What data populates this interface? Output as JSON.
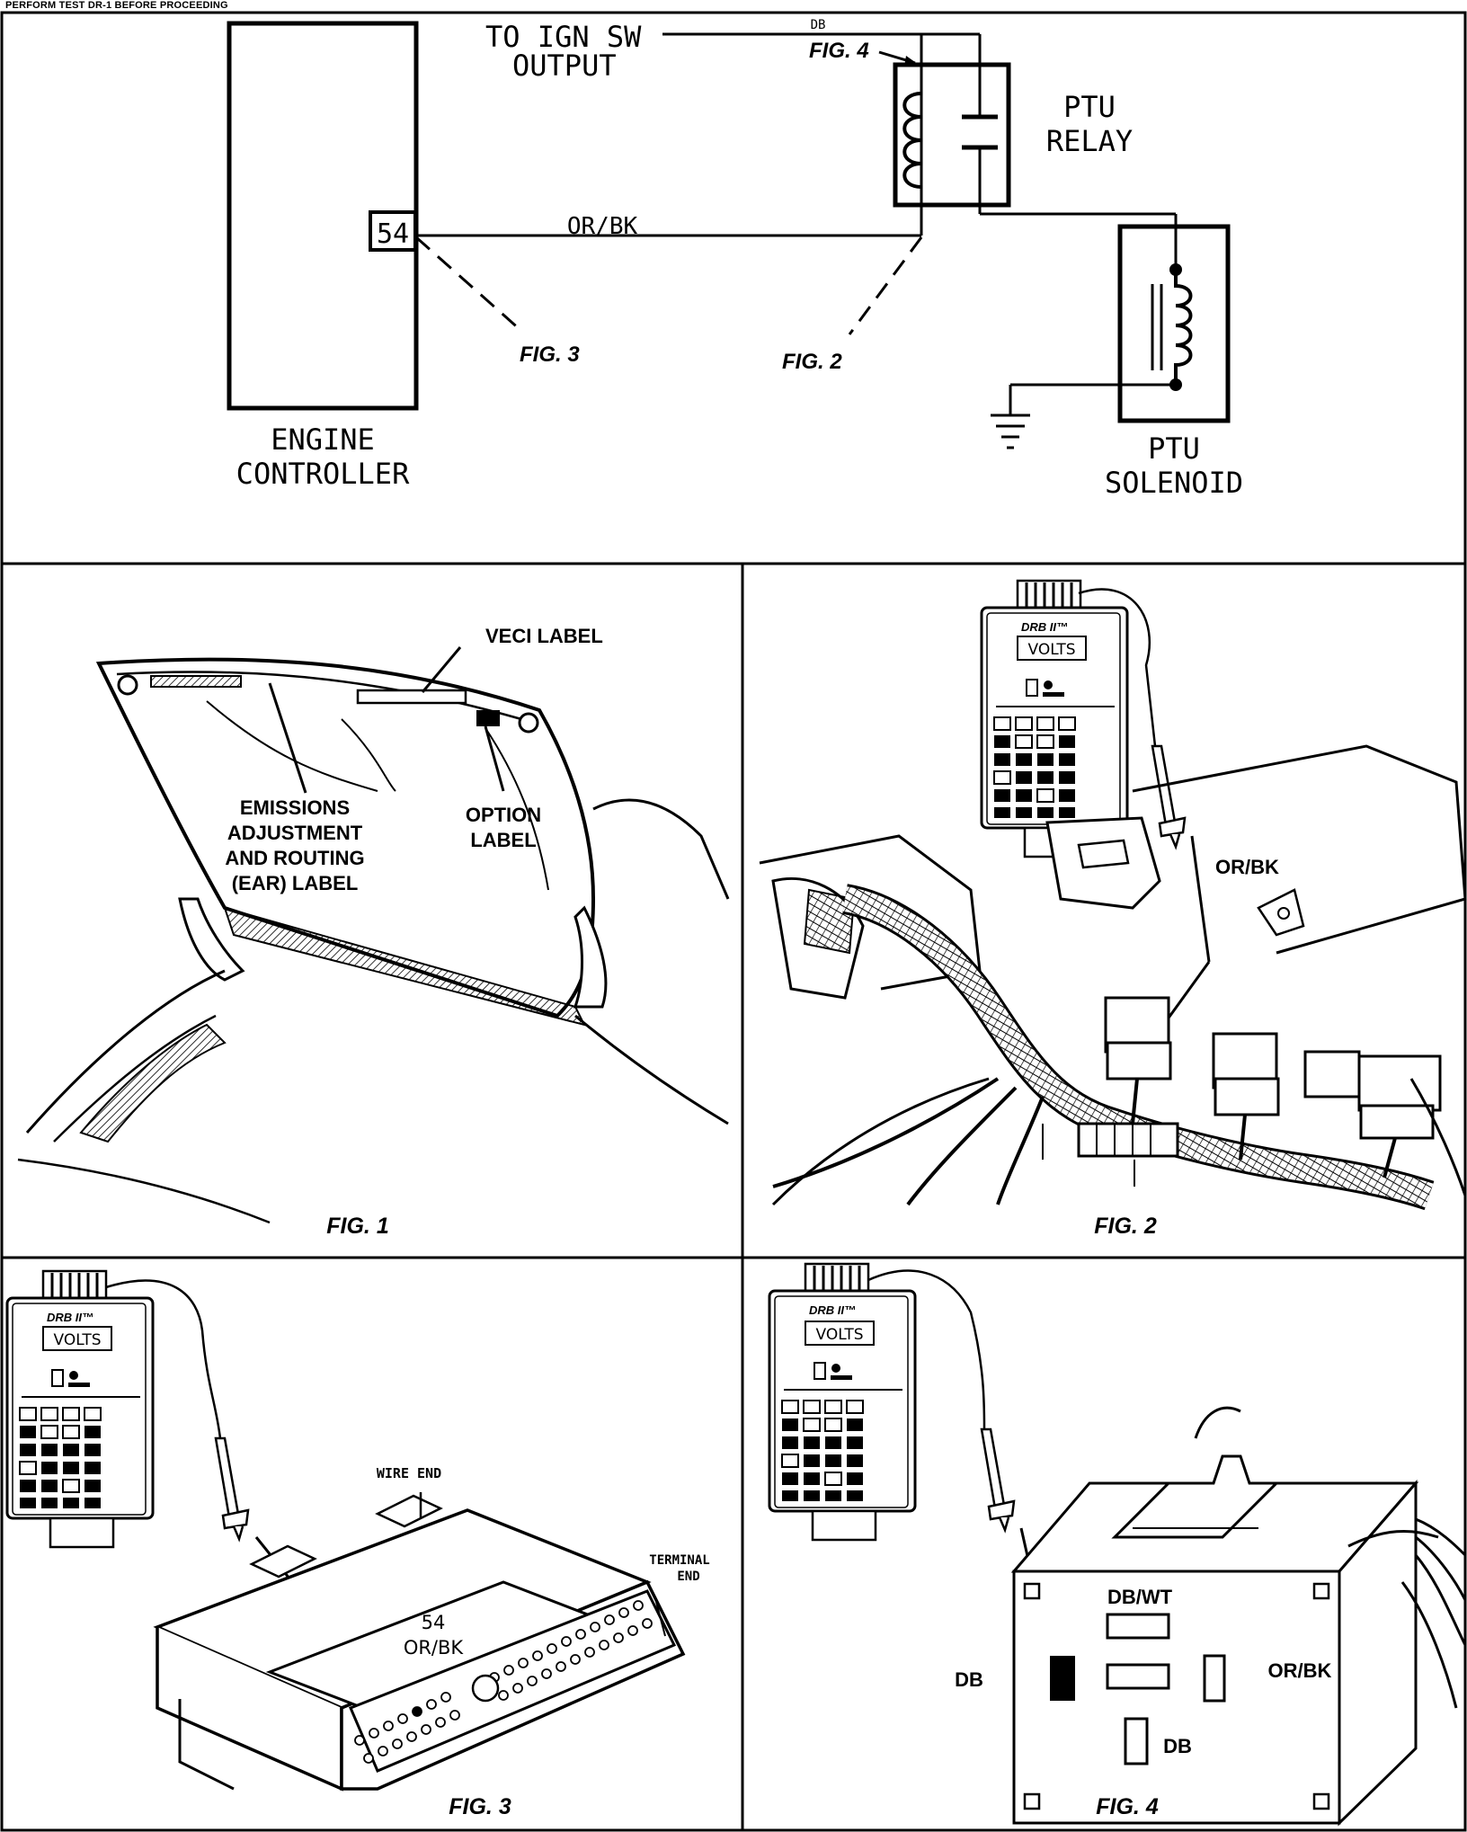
{
  "header": {
    "note": "PERFORM TEST DR-1 BEFORE PROCEEDING"
  },
  "schematic": {
    "to_ign_line1": "TO IGN SW",
    "to_ign_line2": "OUTPUT",
    "db_wire": "DB",
    "fig4_ref": "FIG. 4",
    "ptu_relay_line1": "PTU",
    "ptu_relay_line2": "RELAY",
    "pin": "54",
    "orbk_wire": "OR/BK",
    "fig3_ref": "FIG. 3",
    "fig2_ref": "FIG. 2",
    "engine_line1": "ENGINE",
    "engine_line2": "CONTROLLER",
    "ptu_sol_line1": "PTU",
    "ptu_sol_line2": "SOLENOID"
  },
  "fig1": {
    "veci": "VECI LABEL",
    "emissions_line1": "EMISSIONS",
    "emissions_line2": "ADJUSTMENT",
    "emissions_line3": "AND ROUTING",
    "emissions_line4": "(EAR) LABEL",
    "option_line1": "OPTION",
    "option_line2": "LABEL",
    "caption": "FIG. 1"
  },
  "fig2": {
    "tester_brand": "DRB II™",
    "tester_display": "VOLTS",
    "wire": "OR/BK",
    "caption": "FIG. 2"
  },
  "fig3": {
    "tester_brand": "DRB II™",
    "tester_display": "VOLTS",
    "wire_end": "WIRE END",
    "terminal_line1": "TERMINAL",
    "terminal_line2": "END",
    "pin_line1": "54",
    "pin_line2": "OR/BK",
    "caption": "FIG. 3"
  },
  "fig4": {
    "tester_brand": "DRB II™",
    "tester_display": "VOLTS",
    "dbwt": "DB/WT",
    "db_left": "DB",
    "orbk": "OR/BK",
    "db_bottom": "DB",
    "caption": "FIG. 4"
  }
}
